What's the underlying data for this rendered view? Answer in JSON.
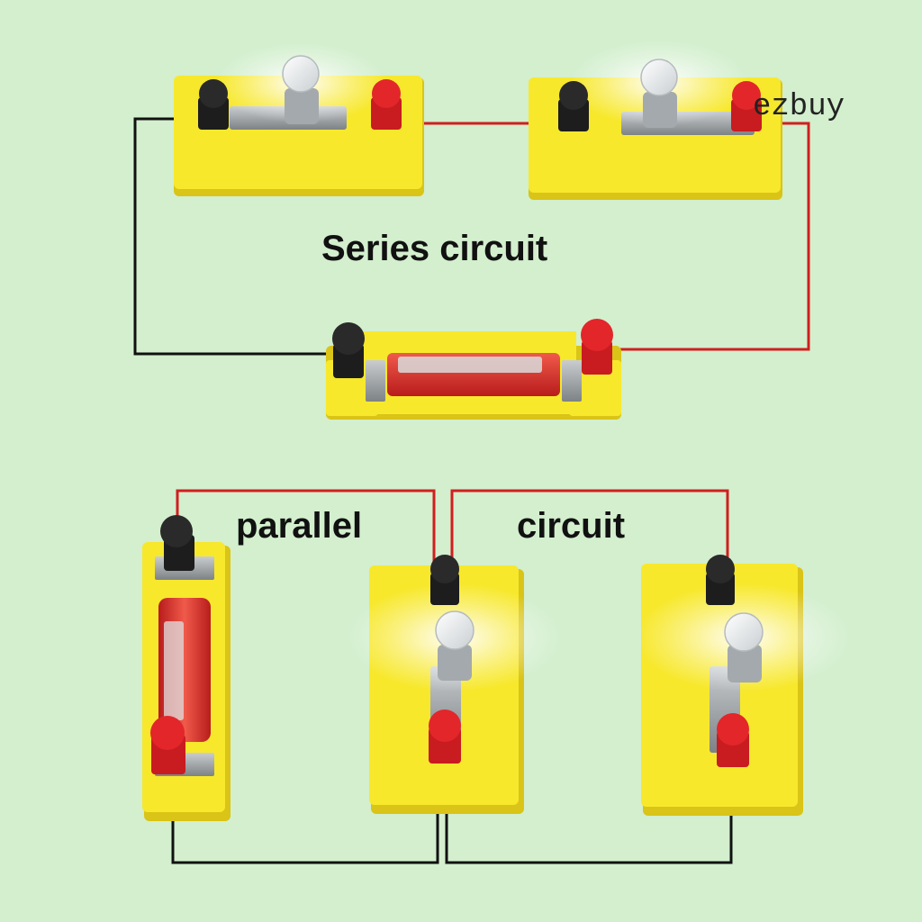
{
  "watermark": "ezbuy",
  "series": {
    "label": "Series circuit"
  },
  "parallel": {
    "label_left": "parallel",
    "label_right": "circuit"
  },
  "colors": {
    "background": "#d3efce",
    "base_yellow": "#f7e82c",
    "base_shadow": "#d9c417",
    "wire_red": "#d01f1f",
    "wire_black": "#111111",
    "terminal_red": "#e3262a",
    "terminal_black": "#222222",
    "battery_red": "#d82a2a",
    "metal": "#9ea3a6"
  }
}
